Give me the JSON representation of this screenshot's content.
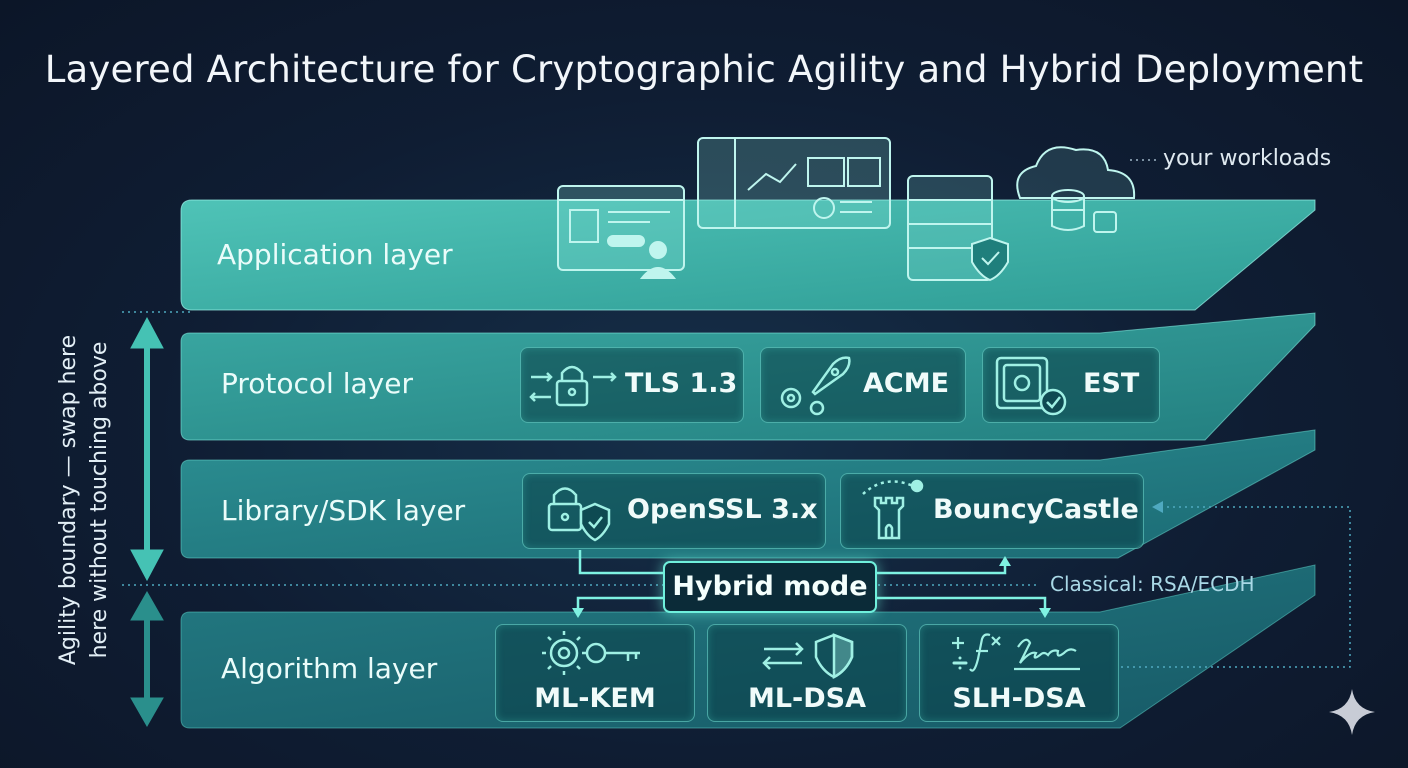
{
  "title": "Layered Architecture for Cryptographic Agility and Hybrid Deployment",
  "workloads_note": "your workloads",
  "agility_boundary": {
    "line1": "Agility boundary — swap here",
    "line2": "here without touching above"
  },
  "layers": {
    "application": {
      "label": "Application layer"
    },
    "protocol": {
      "label": "Protocol layer",
      "items": [
        {
          "label": "TLS 1.3",
          "icon": "lock-arrows-icon"
        },
        {
          "label": "ACME",
          "icon": "rocket-gears-icon"
        },
        {
          "label": "EST",
          "icon": "safe-check-icon"
        }
      ]
    },
    "library": {
      "label": "Library/SDK layer",
      "items": [
        {
          "label": "OpenSSL 3.x",
          "icon": "lock-shield-icon"
        },
        {
          "label": "BouncyCastle",
          "icon": "castle-tower-icon"
        }
      ]
    },
    "algorithm": {
      "label": "Algorithm layer",
      "items": [
        {
          "label": "ML-KEM",
          "icon": "gear-key-icon"
        },
        {
          "label": "ML-DSA",
          "icon": "arrows-shield-icon"
        },
        {
          "label": "SLH-DSA",
          "icon": "math-signature-icon"
        }
      ]
    }
  },
  "hybrid_mode": "Hybrid mode",
  "classical_note": "Classical: RSA/ECDH",
  "colors": {
    "background": "#0f1a2e",
    "layer_teal": "#3fb5aa",
    "accent": "#6ff0dc"
  }
}
